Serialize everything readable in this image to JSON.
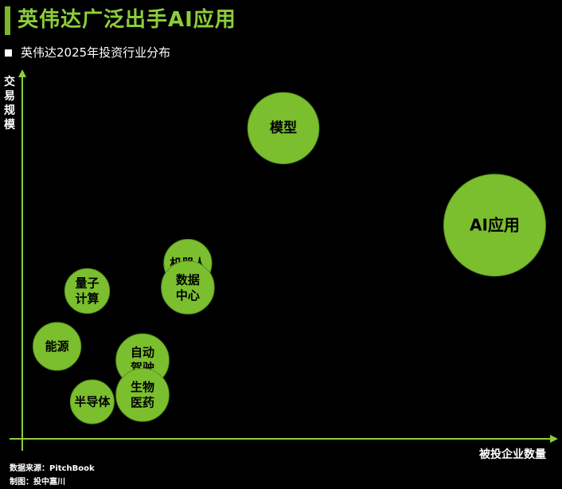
{
  "header": {
    "title": "英伟达广泛出手AI应用",
    "subtitle": "英伟达2025年投资行业分布"
  },
  "footer": {
    "source": "数据来源：PitchBook",
    "credit": "制图：投中嘉川"
  },
  "colors": {
    "background": "#000000",
    "accent": "#78b82a",
    "title": "#8ccf3a",
    "bubble_fill": "#7bbf2e",
    "bubble_stroke": "#5a9220",
    "axis": "#8ccf3a"
  },
  "chart_data": {
    "type": "scatter",
    "title": "英伟达2025年投资行业分布",
    "xlabel": "被投企业数量",
    "ylabel": "交易规模",
    "x_ticks": [],
    "y_ticks": [],
    "grid": false,
    "xlim": [
      0,
      100
    ],
    "ylim": [
      0,
      100
    ],
    "points": [
      {
        "label": "模型",
        "x": 50,
        "y": 86,
        "size": 0.7
      },
      {
        "label": "AI应用",
        "x": 92,
        "y": 58,
        "size": 1.0
      },
      {
        "label": "机器人",
        "x": 31,
        "y": 47,
        "size": 0.47
      },
      {
        "label": "数据中心",
        "x": 31,
        "y": 40,
        "size": 0.52
      },
      {
        "label": "量子计算",
        "x": 11,
        "y": 39,
        "size": 0.44
      },
      {
        "label": "能源",
        "x": 5,
        "y": 23,
        "size": 0.47
      },
      {
        "label": "自动驾驶",
        "x": 22,
        "y": 19,
        "size": 0.52
      },
      {
        "label": "生物医药",
        "x": 22,
        "y": 9,
        "size": 0.52
      },
      {
        "label": "半导体",
        "x": 12,
        "y": 7,
        "size": 0.43
      }
    ]
  }
}
